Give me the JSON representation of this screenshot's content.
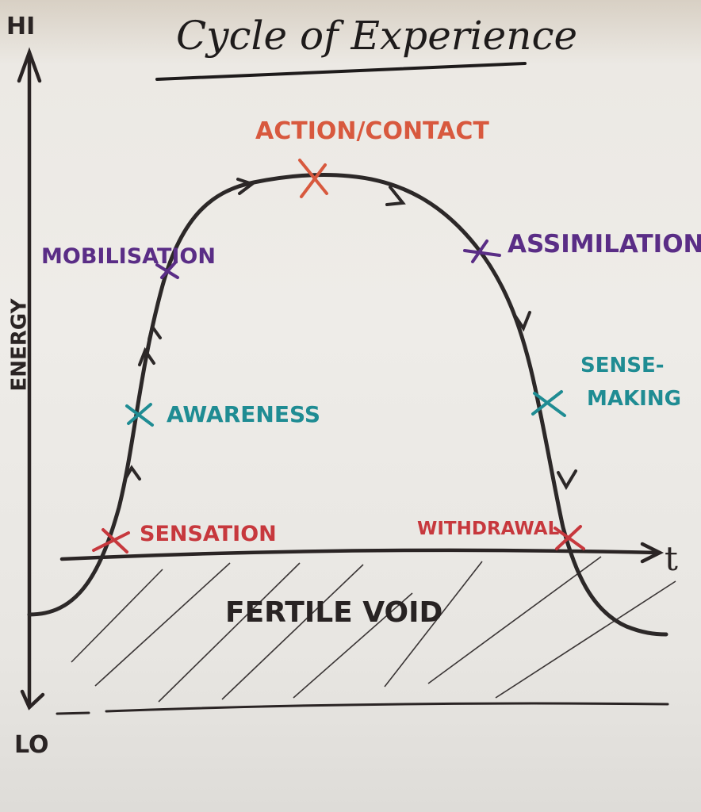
{
  "title": "Cycle of Experience",
  "axes": {
    "y_top": "HI",
    "y_bottom": "LO",
    "y_label": "ENERGY",
    "x_label": "t"
  },
  "stages": [
    {
      "name": "SENSATION",
      "color": "#c7383d"
    },
    {
      "name": "AWARENESS",
      "color": "#1f8c93"
    },
    {
      "name": "MOBILISATION",
      "color": "#5a2d86"
    },
    {
      "name": "ACTION/CONTACT",
      "color": "#d8593e"
    },
    {
      "name": "ASSIMILATION",
      "color": "#5a2d86"
    },
    {
      "name": "SENSE-",
      "line2": "MAKING",
      "color": "#1f8c93"
    },
    {
      "name": "WITHDRAWAL",
      "color": "#c7383d"
    }
  ],
  "region": {
    "label": "FERTILE VOID"
  },
  "colors": {
    "ink": "#282323",
    "red": "#c7383d",
    "orange": "#d8593e",
    "purple": "#5a2d86",
    "teal": "#1f8c93"
  }
}
